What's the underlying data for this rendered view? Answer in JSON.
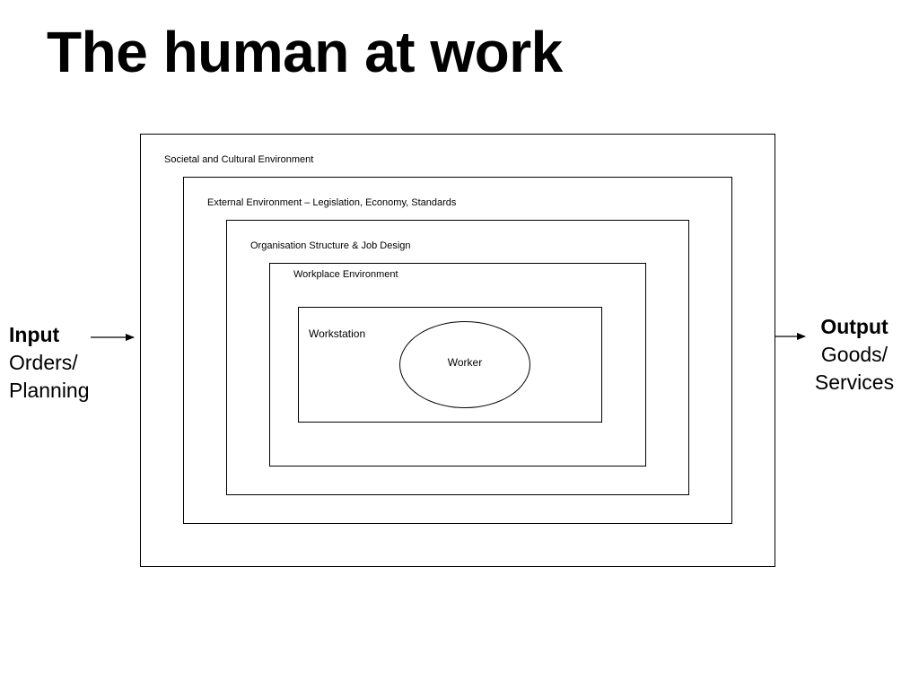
{
  "title": "The human at work",
  "diagram": {
    "layers": {
      "societal": "Societal and Cultural Environment",
      "external": "External Environment – Legislation, Economy, Standards",
      "organisation": "Organisation Structure & Job Design",
      "workplace": "Workplace Environment",
      "workstation": "Workstation"
    },
    "worker": "Worker",
    "input": {
      "heading": "Input",
      "line1": "Orders/",
      "line2": "Planning"
    },
    "output": {
      "heading": "Output",
      "line1": "Goods/",
      "line2": "Services"
    }
  }
}
